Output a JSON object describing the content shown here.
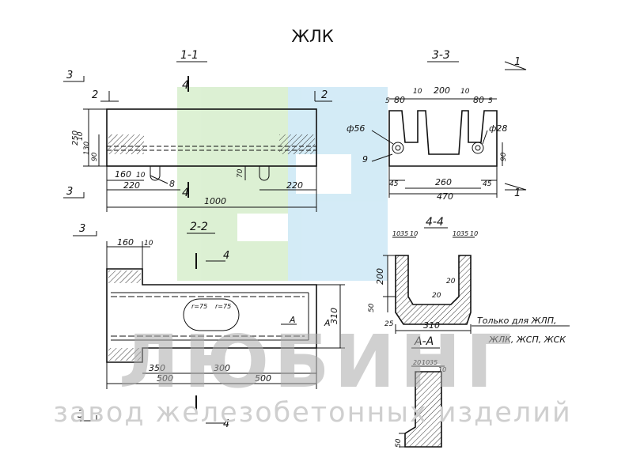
{
  "title": "ЖЛК",
  "watermark": {
    "brand": "ЛЮБИНГ",
    "subtitle": "завод железобетонных изделий",
    "green": "#d9efcf",
    "blue": "#cfe9f6"
  },
  "sections": {
    "s11": "1-1",
    "s22": "2-2",
    "s33": "3-3",
    "s44": "4-4",
    "saa": "А-А"
  },
  "marks": {
    "m1": "1",
    "m2": "2",
    "m3": "3",
    "m4": "4",
    "mA": "А"
  },
  "dims_11": {
    "d250": "250",
    "d10": "10",
    "d130": "130",
    "d90": "90",
    "d160": "160",
    "d10b": "10",
    "d220a": "220",
    "d8": "8",
    "d70": "70",
    "d220b": "220",
    "d1000": "1000"
  },
  "dims_33": {
    "d5a": "5",
    "d80a": "80",
    "d10a": "10",
    "d200": "200",
    "d10b": "10",
    "d80b": "80",
    "d5b": "5",
    "phi56": "ф56",
    "phi28": "ф28",
    "d9": "9",
    "d90": "90",
    "d45a": "45",
    "d260": "260",
    "d45b": "45",
    "d470": "470"
  },
  "dims_22": {
    "d160": "160",
    "d10": "10",
    "r75a": "r=75",
    "r75b": "r=75",
    "d310": "310",
    "d350": "350",
    "d300": "300",
    "d500a": "500",
    "d500b": "500"
  },
  "dims_44": {
    "d10a": "10",
    "d35a": "35",
    "d10b": "10",
    "d10c": "10",
    "d35b": "35",
    "d10d": "10",
    "d200": "200",
    "d20a": "20",
    "d50": "50",
    "d20b": "20",
    "d25": "25",
    "d310": "310"
  },
  "note": {
    "line1": "Только для ЖЛП,",
    "line2": "ЖЛК, ЖСП, ЖСК"
  },
  "dims_aa": {
    "d20": "20",
    "d10": "10",
    "d35": "35",
    "d10b": "10",
    "d50": "50"
  }
}
